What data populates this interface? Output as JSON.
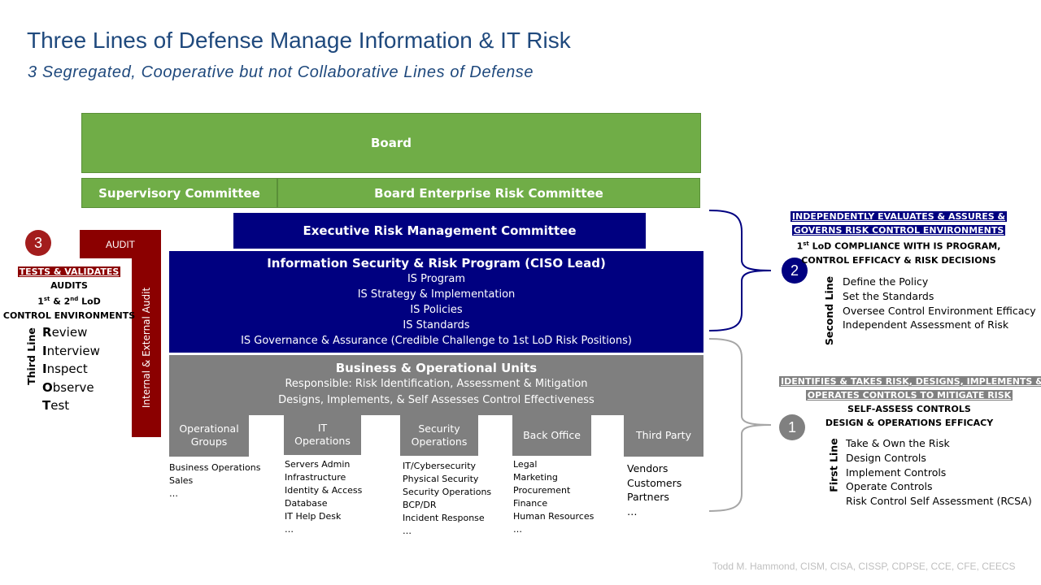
{
  "title": "Three Lines of Defense Manage Information & IT Risk",
  "subtitle": "3 Segregated, Cooperative but not Collaborative Lines of Defense",
  "colors": {
    "green": "#70ad47",
    "navy": "#000080",
    "gray": "#7f7f7f",
    "dark_red": "#8b0000",
    "title_blue": "#1f497d"
  },
  "board": "Board",
  "supervisory_committee": "Supervisory Committee",
  "board_enterprise_risk_committee": "Board Enterprise Risk Committee",
  "executive_risk_committee": "Executive Risk Management Committee",
  "is_program": {
    "heading": "Information Security & Risk Program (CISO Lead)",
    "lines": [
      "IS Program",
      "IS Strategy & Implementation",
      "IS Policies",
      "IS Standards",
      "IS Governance & Assurance (Credible Challenge to 1st LoD Risk Positions)"
    ]
  },
  "business_units": {
    "heading": "Business & Operational Units",
    "lines": [
      "Responsible: Risk Identification, Assessment & Mitigation",
      "Designs, Implements, & Self Assesses Control Effectiveness"
    ]
  },
  "units": [
    {
      "label_lines": [
        "Operational",
        "Groups"
      ],
      "items": [
        "Business Operations",
        "Sales",
        "…"
      ]
    },
    {
      "label_lines": [
        "IT",
        "Operations"
      ],
      "items": [
        "Servers Admin",
        "Infrastructure",
        "Identity & Access",
        "Database",
        "IT Help Desk",
        "…"
      ]
    },
    {
      "label_lines": [
        "Security",
        "Operations"
      ],
      "items": [
        "IT/Cybersecurity",
        "Physical Security",
        "Security Operations",
        "BCP/DR",
        "Incident Response",
        "…"
      ]
    },
    {
      "label_lines": [
        "Back Office"
      ],
      "items": [
        "Legal",
        "Marketing",
        "Procurement",
        "Finance",
        "Human Resources",
        "…"
      ]
    },
    {
      "label_lines": [
        "Third Party"
      ],
      "items": [
        "Vendors",
        "Customers",
        "Partners",
        "…"
      ]
    }
  ],
  "audit": {
    "label": "AUDIT",
    "vertical_label": "Internal & External Audit"
  },
  "third_line": {
    "number": "3",
    "highlight": "TESTS & VALIDATES",
    "lines": [
      "AUDITS",
      "1",
      "st",
      " & 2",
      "nd",
      " LoD",
      "CONTROL ENVIRONMENTS"
    ],
    "vertical_label": "Third Line",
    "acronym": [
      {
        "first": "R",
        "rest": "eview"
      },
      {
        "first": "I",
        "rest": "nterview"
      },
      {
        "first": "I",
        "rest": "nspect"
      },
      {
        "first": "O",
        "rest": "bserve"
      },
      {
        "first": "T",
        "rest": "est"
      }
    ]
  },
  "second_line": {
    "number": "2",
    "highlight_1": "INDEPENDENTLY EVALUATES & ASSURES &",
    "highlight_2": "GOVERNS RISK CONTROL ENVIRONMENTS",
    "line_a_prefix": "1",
    "line_a_sup": "st",
    "line_a_rest": " LoD COMPLIANCE  WITH IS PROGRAM,",
    "line_b": "CONTROL EFFICACY  & RISK DECISIONS",
    "vertical_label": "Second Line",
    "items": [
      "Define the Policy",
      "Set the Standards",
      "Oversee Control Environment Efficacy",
      "Independent Assessment of Risk"
    ]
  },
  "first_line": {
    "number": "1",
    "highlight_1": "IDENTIFIES & TAKES RISK, DESIGNS, IMPLEMENTS &",
    "highlight_2": "OPERATES CONTROLS TO MITIGATE RISK",
    "line_a": "SELF-ASSESS CONTROLS",
    "line_b": "DESIGN & OPERATIONS  EFFICACY",
    "vertical_label": "First Line",
    "items": [
      "Take & Own the Risk",
      "Design Controls",
      "Implement Controls",
      "Operate Controls",
      "Risk Control Self Assessment (RCSA)"
    ]
  },
  "footer": "Todd M.  Hammond, CISM, CISA, CISSP, CDPSE, CCE, CFE, CEECS"
}
